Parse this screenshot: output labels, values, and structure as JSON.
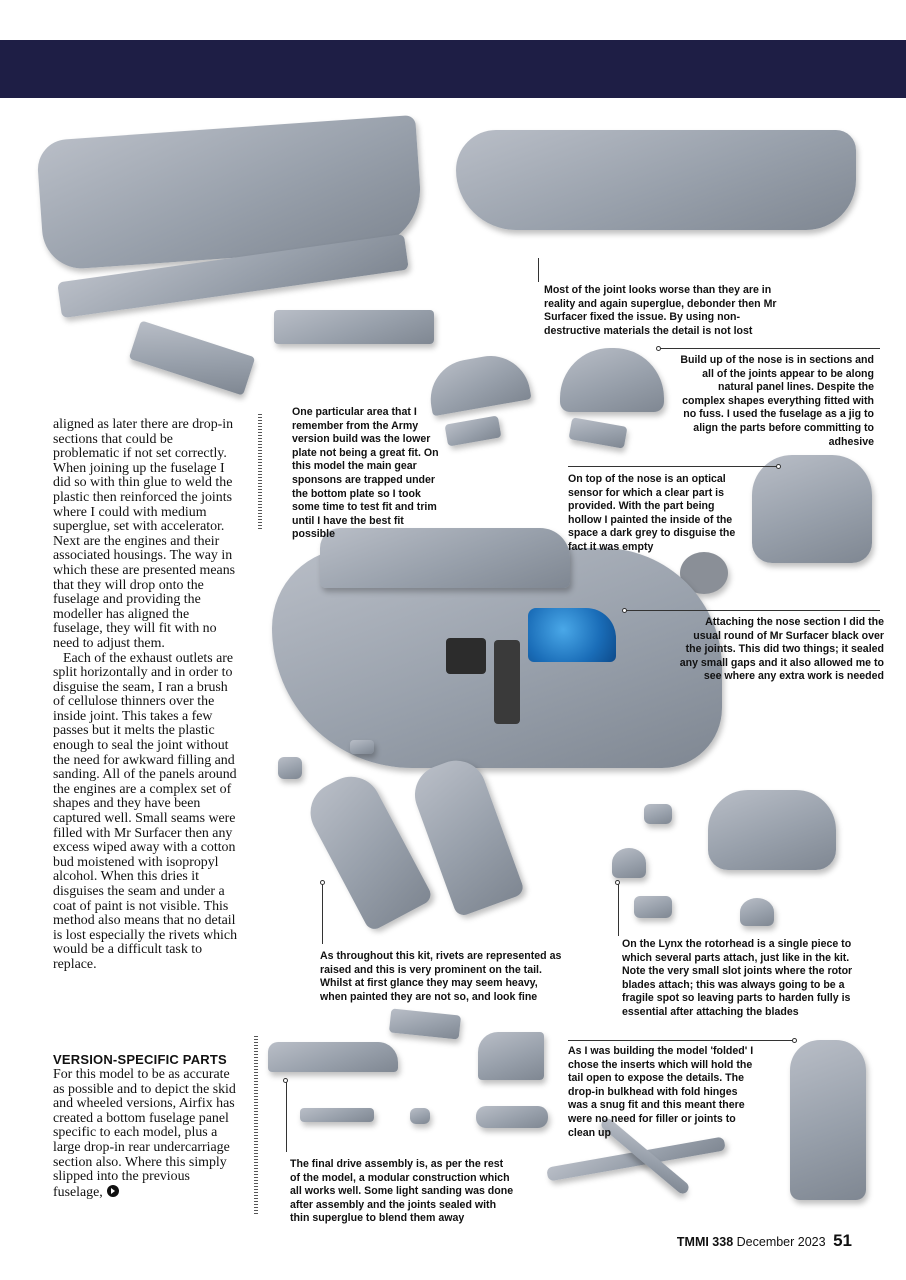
{
  "captions": {
    "joint": "Most of the joint looks worse than they are in reality and again superglue, debonder then Mr Surfacer fixed the issue. By using non-destructive materials the detail is not lost",
    "nose_build": "Build up of the nose is in sections and all of the joints appear to be along natural panel lines. Despite the complex shapes everything fitted with no fuss. I used the fuselage as a jig to align the parts before committing to adhesive",
    "lower_plate": "One particular area that I remember from the Army version build was the lower plate not being a great fit. On this model the main gear sponsons are trapped under the bottom plate so I took some time to test fit and trim until I have the best fit possible",
    "optical_sensor": "On top of the nose is an optical sensor for which a clear part is provided. With the part being hollow I painted the inside of the space a dark grey to disguise the fact it was empty",
    "attaching_nose": "Attaching the nose section I did the usual round of Mr Surfacer black over the joints. This did two things; it sealed any small gaps and it also allowed me to see where any extra work is needed",
    "rivets": "As throughout this kit, rivets are represented as raised and this is very prominent on the tail. Whilst at first glance they may seem heavy, when painted they are not so, and look fine",
    "rotorhead": "On the Lynx the rotorhead is a single piece to which several parts attach, just like in the kit. Note the very small slot joints where the rotor blades attach; this was always going to be a fragile spot so leaving parts to harden fully is essential after attaching the blades",
    "folded_tail": "As I was building the model 'folded' I chose the inserts which will hold the tail open to expose the details. The drop-in bulkhead with fold hinges was a snug fit and this meant there were no need for filler or joints to clean up",
    "final_drive": "The final drive assembly is, as per the rest of the model, a modular construction which all works well. Some light sanding was done after assembly and the joints sealed with thin superglue to blend them away"
  },
  "body": {
    "para1": "aligned as later there are drop-in sections that could be problematic if not set correctly. When joining up the fuselage I did so with thin glue to weld the plastic then reinforced the joints where I could with medium superglue, set with accelerator. Next are the engines and their associated housings. The way in which these are presented means that they will drop onto the fuselage and providing the modeller has aligned the fuselage, they will fit with no need to adjust them.",
    "para2": "Each of the exhaust outlets are split horizontally and in order to disguise the seam, I ran a brush of cellulose thinners over the inside joint. This takes a few passes but it melts the plastic enough to seal the joint without the need for awkward filling and sanding. All of the panels around the engines are a complex set of shapes and they have been captured well. Small seams were filled with Mr Surfacer then any excess wiped away with a cotton bud moistened with isopropyl alcohol. When this dries it disguises the seam and under a coat of paint is not visible. This method also means that no detail is lost especially the rivets which would be a difficult task to replace.",
    "subheading": "VERSION-SPECIFIC PARTS",
    "para3": "For this model to be as accurate as possible and to depict the skid and wheeled versions, Airfix has created a bottom fuselage panel specific to each model, plus a large drop-in rear undercarriage section also. Where this simply slipped into the previous fuselage,",
    "continue_icon": "arrow-right-circle-icon"
  },
  "footer": {
    "magazine": "TMMI 338",
    "date": "December 2023",
    "page": "51"
  },
  "colors": {
    "header_band": "#1e1e45",
    "plastic_grey": "#a3a9b2",
    "canopy_blue": "#1a6db8"
  }
}
